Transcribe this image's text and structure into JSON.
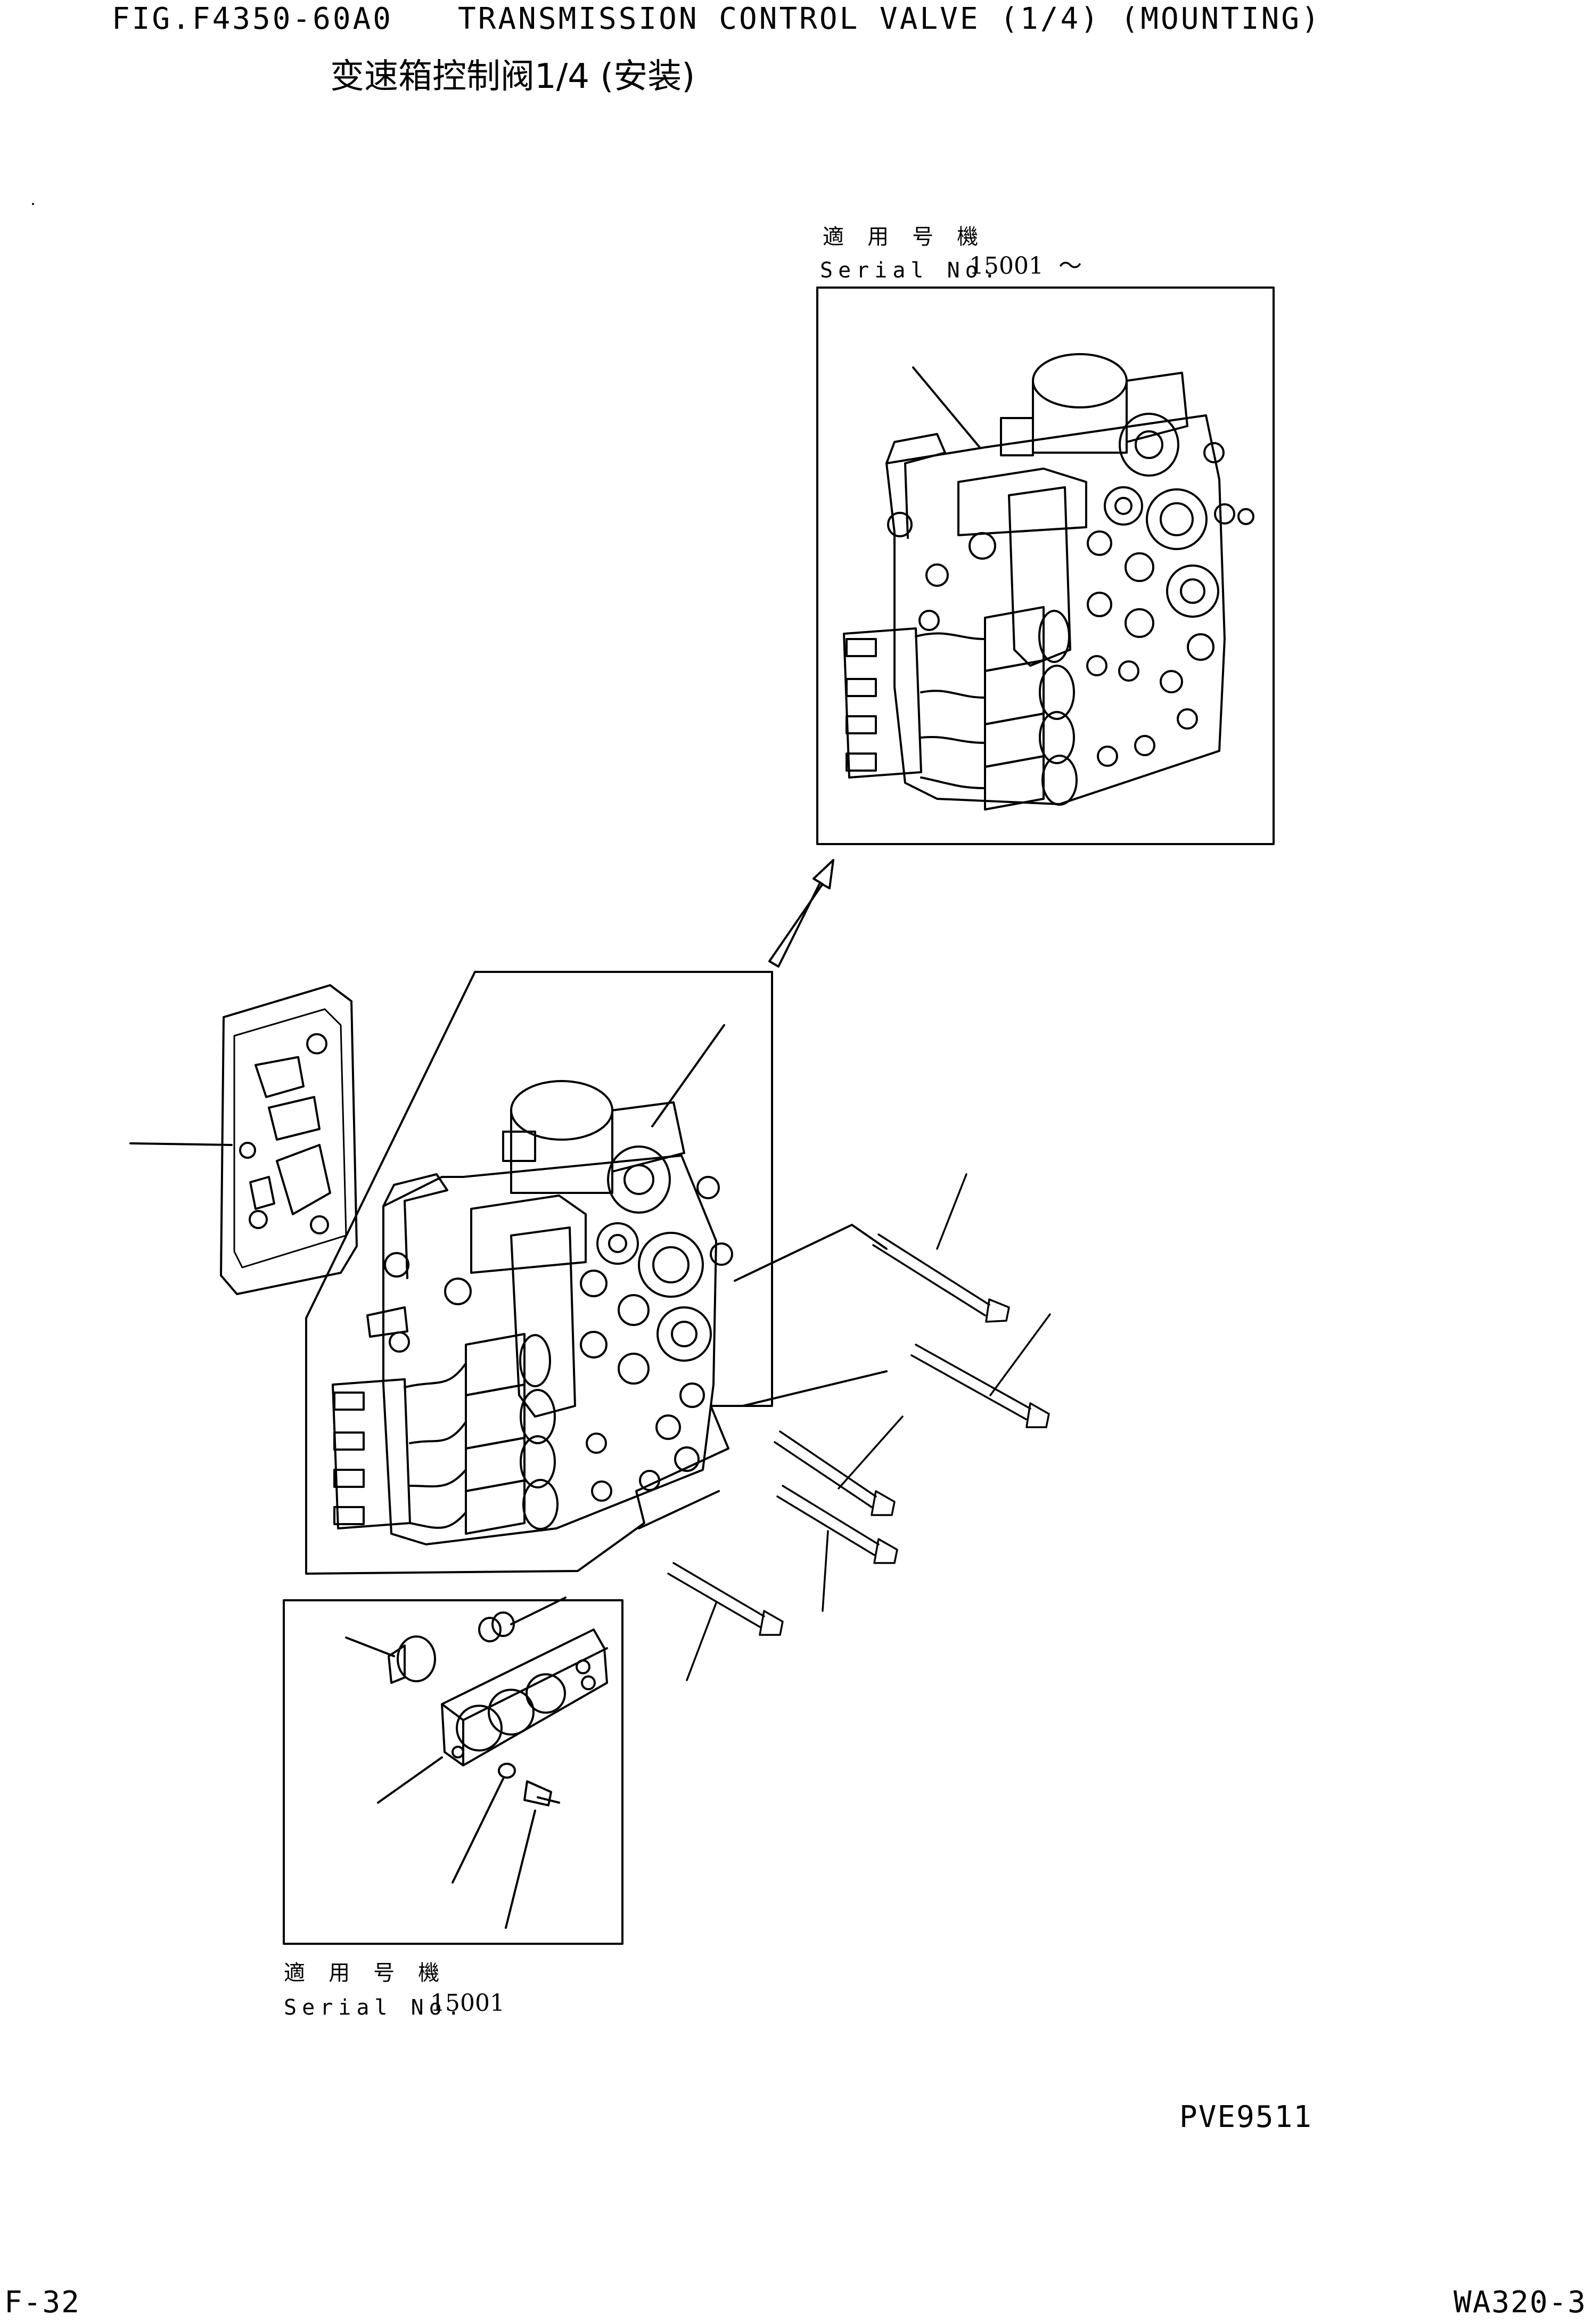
{
  "header": {
    "fig_no": "FIG.F4350-60A0",
    "title": "TRANSMISSION CONTROL VALVE (1/4) (MOUNTING)",
    "subtitle": "变速箱控制阀1/4 (安装)"
  },
  "inset_top": {
    "label_cn": "適 用 号 機",
    "serial_prefix": "Serial No.",
    "serial_value": "15001  ～"
  },
  "inset_bottom": {
    "label_cn": "適 用 号 機",
    "serial_prefix": "Serial No.",
    "serial_value": "15001"
  },
  "drawing_code": "PVE9511",
  "footer": {
    "page": "F-32",
    "model": "WA320-3"
  },
  "colors": {
    "line": "#000000",
    "background": "#ffffff"
  }
}
